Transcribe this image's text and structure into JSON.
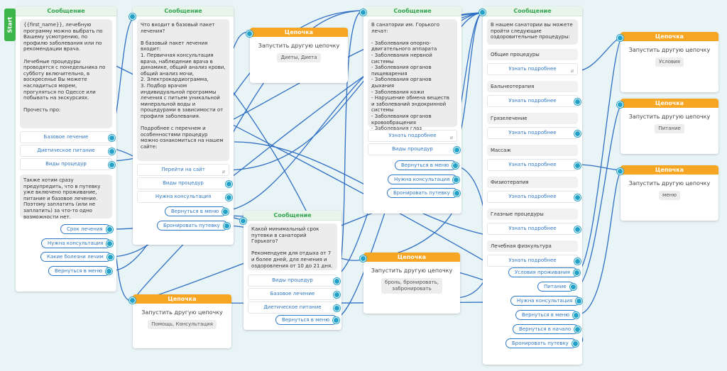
{
  "start": {
    "label": "Start"
  },
  "msg1": {
    "header": "Сообщение",
    "text1": "{{first_name}}, лечебную программу можно выбрать по Вашему усмотрению, по профилю заболевания или по рекомендации врача.\n\nЛечебные процедуры проводятся с понедельника по субботу включительно, в воскресенье Вы можете насладиться морем, прогуляться по Одессе или побывать на экскурсиях.\n\nПрочесть про:",
    "buttons": [
      "Базовое лечение",
      "Диетическое питание",
      "Виды процедур"
    ],
    "text2": "Также хотим сразу предупредить, что в путевку уже включено проживание, питание и базовое лечение. Поэтому заплатить (или не заплатить) за что-то одно возможности нет.",
    "pills": [
      "Срок лечения",
      "Нужна консультация",
      "Какие болезни лечим",
      "Вернуться в меню"
    ]
  },
  "msg2": {
    "header": "Сообщение",
    "text": "Что входит в базовый пакет лечения?\n\nВ базовый пакет лечения входит:\n1. Первичная консультация врача, наблюдение врача в динамике, общий анализ крови, общий анализ мочи,\n2. Электрокардиограмма,\n3. Подбор врачом индивидуальной программы лечения с питьем уникальной минеральной воды и процедурами в зависимости от профиля заболевания.\n\nПодробнее с перечнем и особенностями процедур можно ознакомиться на нашем сайте:",
    "buttons": [
      "Перейти на сайт",
      "Виды процедур",
      "Нужна консультация"
    ],
    "pills": [
      "Вернуться в меню",
      "Бронировать путевку"
    ]
  },
  "chain1": {
    "header": "Цепочка",
    "title": "Запустить другую цепочку",
    "tag": "Диеты, Диета"
  },
  "msg3": {
    "header": "Сообщение",
    "text": "Какой минимальный срок путевки в санаторий Горького?\n\nРекомендуем для отдыха от 7 и более дней, для лечения и оздоровления от 10 до 21 дня.",
    "buttons": [
      "Виды процедур",
      "Базовое лечение",
      "Диетическое питание"
    ],
    "pills": [
      "Вернуться в меню"
    ]
  },
  "chain2": {
    "header": "Цепочка",
    "title": "Запустить другую цепочку",
    "tag": "Помощь, Консультация"
  },
  "msg4": {
    "header": "Сообщение",
    "text": "В санатории им. Горького лечат:\n\n- Заболевания опорно-двигательного аппарата\n- Заболевания нервной системы\n- Заболевания органов пищеварения\n- Заболевания органов дыхания\n- Заболевания кожи\n- Нарушение обмена веществ и заболеваний эндокринной системы\n- Заболевания органов кровообращения\n- Заболевания глаз",
    "buttons": [
      "Узнать подробнее",
      "Виды процедур"
    ],
    "pills": [
      "Вернуться в меню",
      "Нужна консультация",
      "Бронировать путевку"
    ]
  },
  "chain3": {
    "header": "Цепочка",
    "title": "Запустить другую цепочку",
    "tag": "бронь, бронировать,\nзабронировать"
  },
  "msg5": {
    "header": "Сообщение",
    "text": "В нашем санатории вы можете пройти следующие оздоровительные процедуры:",
    "sections": [
      {
        "label": "Общие процедуры",
        "button": "Узнать подробнее"
      },
      {
        "label": "Бальнеотерапия",
        "button": "Узнать подробнее"
      },
      {
        "label": "Грязелечение",
        "button": "Узнать подробнее"
      },
      {
        "label": "Массаж",
        "button": "Узнать подробнее"
      },
      {
        "label": "Физиотерапия",
        "button": "Узнать подробнее"
      },
      {
        "label": "Глазные процедуры",
        "button": "Узнать подробнее"
      },
      {
        "label": "Лечебная физкультура",
        "button": "Узнать подробнее"
      }
    ],
    "pills": [
      "Условия проживания",
      "Питание",
      "Нужна консультация",
      "Вернуться в меню",
      "Вернуться в начало",
      "Бронировать путевку"
    ]
  },
  "chain4": {
    "header": "Цепочка",
    "title": "Запустить другую цепочку",
    "tag": "Условия"
  },
  "chain5": {
    "header": "Цепочка",
    "title": "Запустить другую цепочку",
    "tag": "Питание"
  },
  "chain6": {
    "header": "Цепочка",
    "title": "Запустить другую цепочку",
    "tag": "меню"
  },
  "colors": {
    "wire": "#2f6fc4",
    "dot": "#22a1c9",
    "msg_header": "#36a450",
    "chain_header": "#f7a623",
    "start": "#3cb54a"
  },
  "icons": {
    "clip": "paperclip-icon"
  }
}
